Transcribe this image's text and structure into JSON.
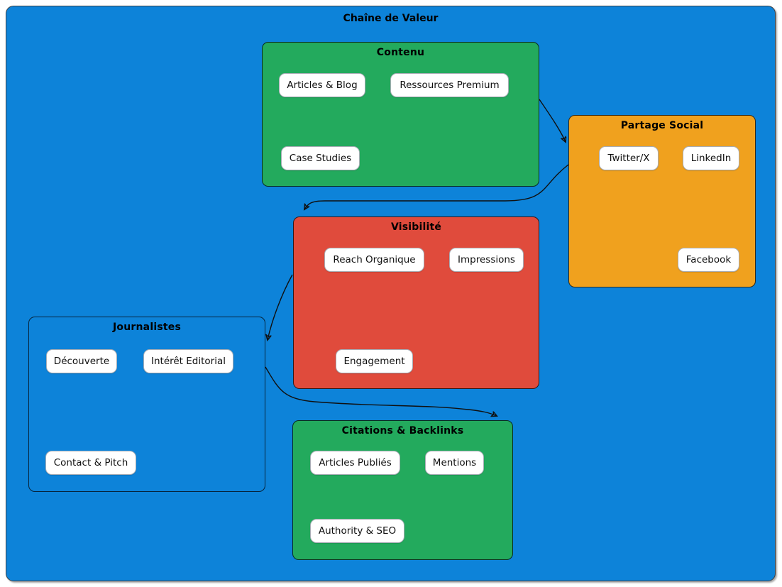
{
  "diagram": {
    "title": "Chaîne de Valeur",
    "palette": {
      "background": "#0d83d9",
      "green": "#23aa5d",
      "orange": "#f0a11e",
      "red": "#e04b3c",
      "node_fill": "#ffffff",
      "node_border": "#a8adb5",
      "edge": "#101010",
      "text": "#000000"
    },
    "groups": [
      {
        "label": "Contenu",
        "color": "#23aa5d",
        "nodes": [
          {
            "label": "Articles & Blog"
          },
          {
            "label": "Ressources Premium"
          },
          {
            "label": "Case Studies"
          }
        ]
      },
      {
        "label": "Partage Social",
        "color": "#f0a11e",
        "nodes": [
          {
            "label": "Twitter/X"
          },
          {
            "label": "LinkedIn"
          },
          {
            "label": "Facebook"
          }
        ]
      },
      {
        "label": "Visibilité",
        "color": "#e04b3c",
        "nodes": [
          {
            "label": "Reach Organique"
          },
          {
            "label": "Impressions"
          },
          {
            "label": "Engagement"
          }
        ]
      },
      {
        "label": "Journalistes",
        "color": "transparent",
        "nodes": [
          {
            "label": "Découverte"
          },
          {
            "label": "Intérêt Editorial"
          },
          {
            "label": "Contact & Pitch"
          }
        ]
      },
      {
        "label": "Citations & Backlinks",
        "color": "#23aa5d",
        "nodes": [
          {
            "label": "Articles Publiés"
          },
          {
            "label": "Mentions"
          },
          {
            "label": "Authority & SEO"
          }
        ]
      }
    ],
    "edges": [
      {
        "from": "Contenu",
        "to": "Partage Social"
      },
      {
        "from": "Partage Social",
        "to": "Visibilité"
      },
      {
        "from": "Visibilité",
        "to": "Journalistes"
      },
      {
        "from": "Journalistes",
        "to": "Citations & Backlinks"
      }
    ]
  }
}
